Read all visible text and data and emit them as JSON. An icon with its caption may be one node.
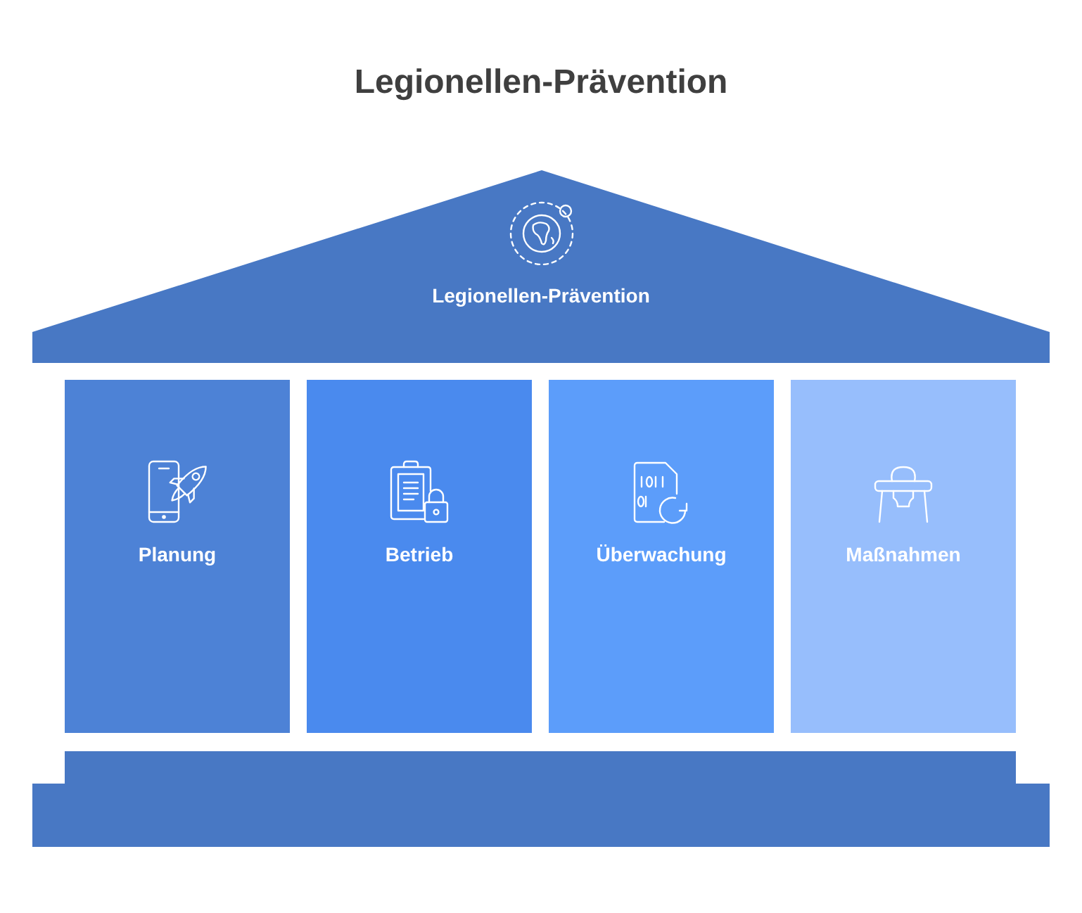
{
  "diagram": {
    "title": "Legionellen-Prävention",
    "nodes": [
      {
        "text": [
          "Legionellen-Prävention"
        ]
      },
      {
        "text": [
          "Planung"
        ]
      },
      {
        "text": [
          "Betrieb"
        ]
      },
      {
        "text": [
          "Überwachung"
        ]
      },
      {
        "text": [
          "Maßnahmen"
        ]
      },
      {
        "text": [],
        "shape": "box"
      }
    ],
    "edges": []
  }
}
